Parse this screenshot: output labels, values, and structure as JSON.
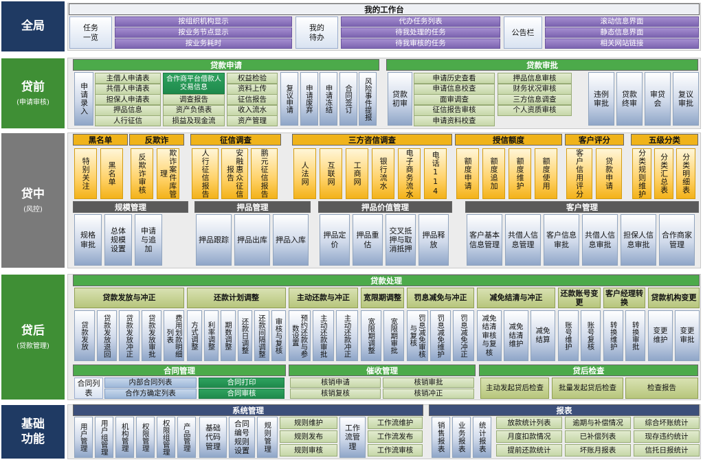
{
  "rows": {
    "global": {
      "title": "全局",
      "subtitle": ""
    },
    "pre": {
      "title": "贷前",
      "subtitle": "(申请审核)"
    },
    "mid": {
      "title": "贷中",
      "subtitle": "(风控)"
    },
    "post": {
      "title": "贷后",
      "subtitle": "(贷款管理)"
    },
    "base": {
      "title": "基础\n功能",
      "subtitle": ""
    }
  },
  "global": {
    "header": "我的工作台",
    "task_label": "任务\n一览",
    "task_items": [
      "按组织机构显示",
      "按业务节点显示",
      "按业务耗时"
    ],
    "mine_label": "我的\n待办",
    "mine_items": [
      "代办任务列表",
      "待我处理的任务",
      "待我审核的任务"
    ],
    "notice_label": "公告栏",
    "notice_items": [
      "滚动信息界面",
      "静态信息界面",
      "相关网站链接"
    ]
  },
  "pre": {
    "apply_header": "贷款申请",
    "apply_entry": "申请录入",
    "apply_col1": [
      "主借人申请表",
      "共借人申请表",
      "担保人申请表",
      "押品信息",
      "人行征信"
    ],
    "apply_col2": [
      "合作商平台借款人交易信息",
      "调查报告",
      "资产负债表",
      "损益及现金流"
    ],
    "apply_col3": [
      "权益检验",
      "资料上传",
      "征信报告",
      "收入流水",
      "资产管理"
    ],
    "apply_side": [
      "复议申请",
      "申请废弃",
      "申请冻结",
      "合同签订",
      "风险事件提报"
    ],
    "approve_header": "贷款审批",
    "approve_first": "贷款初审",
    "approve_col1": [
      "申请历史查看",
      "申请信息校查",
      "面审调查",
      "征信报告审核",
      "申请资料校查"
    ],
    "approve_col2": [
      "押品信息审核",
      "财务状况审核",
      "三方信息调查",
      "个人资质审核"
    ],
    "approve_side": [
      "违例审批",
      "贷款终审",
      "审贷会",
      "复议审批"
    ]
  },
  "mid": {
    "blacklist_header": "黑名单",
    "blacklist_items": [
      "特别关注",
      "黑名单"
    ],
    "antifraud_header": "反欺诈",
    "antifraud_items": [
      "反欺诈审核",
      "欺诈案件库管理"
    ],
    "credit_header": "征信调查",
    "credit_items": [
      "人行征信报告",
      "安融惠众征信报告",
      "鹏元征信报告"
    ],
    "third_header": "三方咨信调查",
    "third_items": [
      "人法网",
      "互联网",
      "工商网",
      "银行流水",
      "电子商务流水",
      "电话114"
    ],
    "limit_header": "授信额度",
    "limit_items": [
      "额度申请",
      "额度追加",
      "额度维护",
      "额度使用"
    ],
    "score_header": "客户评分",
    "score_items": [
      "客户信用评分",
      "贷款申请"
    ],
    "five_header": "五级分类",
    "five_items": [
      "分类规则维护",
      "分类汇总表",
      "分类明细表"
    ],
    "scale_header": "规模管理",
    "scale_items": [
      "规格审批",
      "总体规模设置",
      "申请与追加"
    ],
    "pledge_header": "押品管理",
    "pledge_items": [
      "押品跟踪",
      "押品出库",
      "押品入库"
    ],
    "value_header": "押品价值管理",
    "value_items": [
      "押品定价",
      "押品重估",
      "交叉抵押与取消抵押",
      "押品释放"
    ],
    "cust_header": "客户管理",
    "cust_items": [
      "客户基本信息管理",
      "共借人信息管理",
      "客户信息审批",
      "共借人信息审批",
      "担保人信息审批",
      "合作商家管理"
    ]
  },
  "post": {
    "header": "贷款处理",
    "groups": [
      {
        "title": "贷款发放与冲正",
        "items": [
          "贷款发放",
          "贷款发放退回",
          "贷款发放冲正",
          "贷款发放审批",
          "费用划款明细列表"
        ]
      },
      {
        "title": "还款计划调整",
        "items": [
          "方式调整",
          "利率调整",
          "期数调整",
          "还款日调整",
          "还款间隔调整",
          "审核与复核"
        ]
      },
      {
        "title": "主动还款与冲正",
        "items": [
          "预约还款与参数设置",
          "主动还款审批",
          "主动还款冲正"
        ]
      },
      {
        "title": "宽限期调整",
        "items": [
          "宽限期调整",
          "宽限期审批"
        ]
      },
      {
        "title": "罚息减免与冲正",
        "items": [
          "罚息减免审核与复核",
          "罚息减免维护",
          "罚息减免冲正"
        ]
      },
      {
        "title": "减免结清与冲正",
        "items": [
          "减免结清审核与复核",
          "减免结清维护",
          "减免结算"
        ]
      },
      {
        "title": "还款账号变更",
        "items": [
          "账号维护",
          "账号复核"
        ]
      },
      {
        "title": "客户经理转换",
        "items": [
          "转换维护",
          "转换审批"
        ]
      },
      {
        "title": "贷款机构变更",
        "items": [
          "变更维护",
          "变更审批"
        ]
      }
    ],
    "contract_header": "合同管理",
    "contract_label": "合同列表",
    "contract_col1": [
      "内部合同列表",
      "合作方确定列表"
    ],
    "contract_col2": [
      "合同打印",
      "合同审核"
    ],
    "collect_header": "催收管理",
    "collect_col1": [
      "核销申请",
      "核销复核"
    ],
    "collect_col2": [
      "核销审批",
      "核销冲正"
    ],
    "check_header": "贷后检查",
    "check_items": [
      "主动发起贷后检查",
      "批量发起贷后检查",
      "检查报告"
    ]
  },
  "base": {
    "sys_header": "系统管理",
    "sys_items": [
      "用户管理",
      "用户组管理",
      "机构管理",
      "权限管理",
      "权限组管理",
      "产品管理"
    ],
    "code": "基础代码管理",
    "numbering": "合同编号规则设置",
    "rule_mgmt": "规则管理",
    "rule_items": [
      "规则维护",
      "规则发布",
      "规则审核"
    ],
    "flow_mgmt": "工作流管理",
    "flow_items": [
      "工作流维护",
      "工作流发布",
      "工作流审核"
    ],
    "report_header": "报表",
    "report_items": [
      "销售报表",
      "业务报表",
      "统计报表"
    ],
    "report_col1": [
      "放款统计列表",
      "月度扣款情况",
      "提前还款统计"
    ],
    "report_col2": [
      "逾期与补偿情况",
      "已补偿列表",
      "坏账月报表"
    ],
    "report_col3": [
      "综合坏账统计",
      "现存违约统计",
      "信托日报统计"
    ]
  },
  "colors": {
    "navy": "#1f3a63",
    "green": "#4caa4a",
    "olive": "#5a8a2f",
    "grey": "#7a7a7a",
    "orange": "#f0b31a",
    "purple": "#8a72c0"
  }
}
